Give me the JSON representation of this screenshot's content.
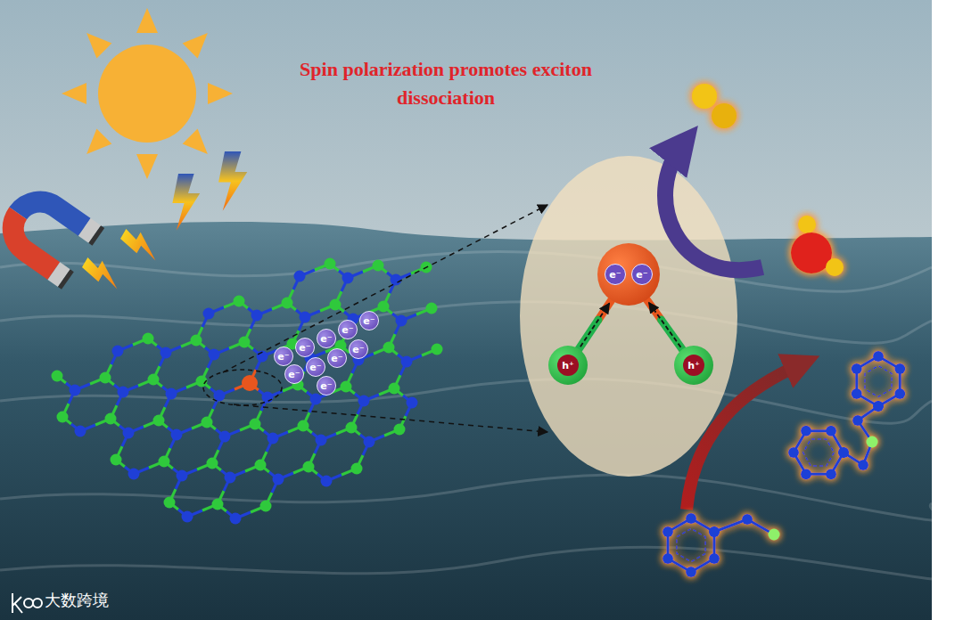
{
  "diagram": {
    "title": "Spin polarization promotes exciton dissociation",
    "nodes": [
      {
        "text": [
          "e⁻"
        ]
      },
      {
        "text": [
          "e⁻"
        ]
      },
      {
        "text": [
          "e⁻"
        ]
      },
      {
        "text": [
          "e⁻"
        ]
      },
      {
        "text": [
          "e⁻"
        ]
      },
      {
        "text": [
          "e⁻"
        ]
      },
      {
        "text": [
          "e⁻"
        ]
      },
      {
        "text": [
          "e⁻"
        ]
      },
      {
        "text": [
          "e⁻"
        ]
      },
      {
        "text": [
          "e⁻"
        ]
      },
      {
        "text": [
          "e⁻",
          "e⁻"
        ]
      },
      {
        "text": [
          "h⁺"
        ]
      },
      {
        "text": [
          "h⁺"
        ]
      }
    ],
    "edges": [
      {
        "from": 11,
        "to": 10,
        "arrow": "to"
      },
      {
        "from": 12,
        "to": 10,
        "arrow": "to"
      }
    ],
    "labels": [
      "大数跨境"
    ]
  }
}
